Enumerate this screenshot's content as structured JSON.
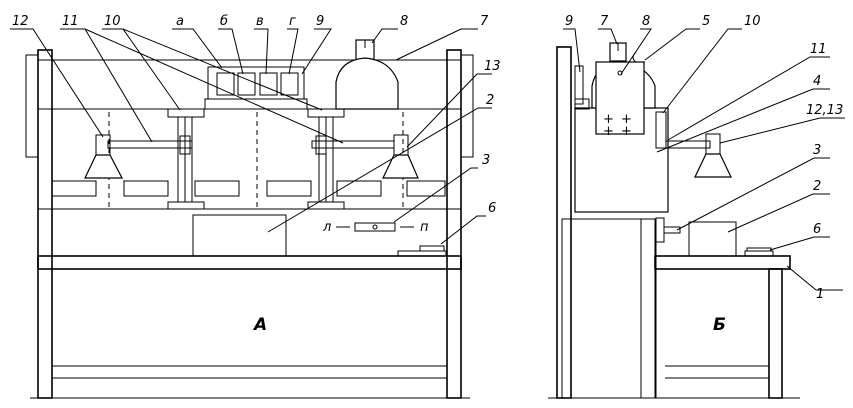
{
  "views": {
    "front": {
      "title": "А"
    },
    "side": {
      "title": "Б"
    }
  },
  "front_labels": {
    "l12": "12",
    "l11": "11",
    "l10": "10",
    "la": "а",
    "lb": "б",
    "lv": "в",
    "lg": "г",
    "l9": "9",
    "l8": "8",
    "l7": "7",
    "l13": "13",
    "l2": "2",
    "l3": "3",
    "l6": "6"
  },
  "switch": {
    "left": "л",
    "right": "п"
  },
  "side_labels": {
    "l9": "9",
    "l7": "7",
    "l8": "8",
    "l5": "5",
    "l10": "10",
    "l11": "11",
    "l4": "4",
    "l1213": "12,13",
    "l3": "3",
    "l2": "2",
    "l6": "6",
    "l1": "1"
  }
}
